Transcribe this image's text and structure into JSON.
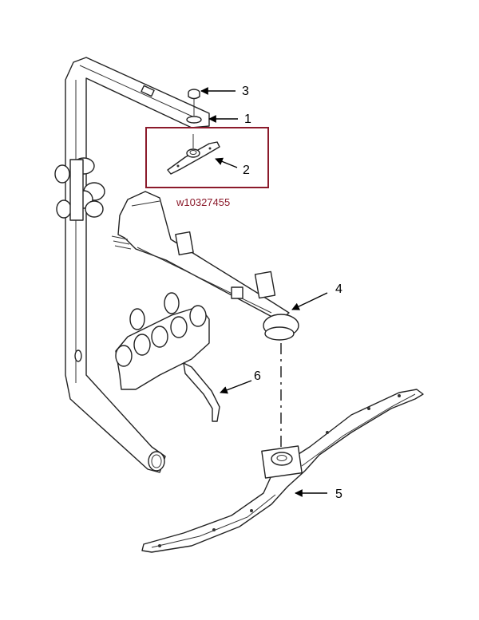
{
  "diagram": {
    "highlight_label": "w10327455",
    "highlight_color": "#8b1a2b",
    "callouts": [
      "1",
      "2",
      "3",
      "4",
      "5",
      "6"
    ]
  }
}
